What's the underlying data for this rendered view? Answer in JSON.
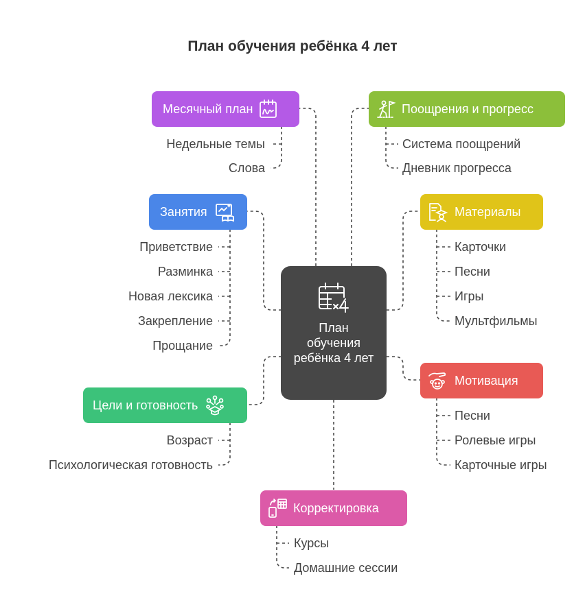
{
  "title": "План обучения ребёнка 4 лет",
  "center": {
    "label": "План обучения ребёнка 4 лет",
    "icon": "calendar-multiply-icon",
    "color": "#474747"
  },
  "branches": {
    "monthly": {
      "label": "Месячный план",
      "icon": "calendar-signature-icon",
      "color": "#b45ae6",
      "items": [
        "Недельные темы",
        "Слова"
      ]
    },
    "lessons": {
      "label": "Занятия",
      "icon": "whiteboard-book-icon",
      "color": "#4a86e8",
      "items": [
        "Приветствие",
        "Разминка",
        "Новая лексика",
        "Закрепление",
        "Прощание"
      ]
    },
    "goals": {
      "label": "Цели и готовность",
      "icon": "graduation-network-icon",
      "color": "#3cc27a",
      "items": [
        "Возраст",
        "Психологическая готовность"
      ]
    },
    "correction": {
      "label": "Корректировка",
      "icon": "phone-calculator-icon",
      "color": "#dc5aa8",
      "items": [
        "Курсы",
        "Домашние сессии"
      ]
    },
    "rewards": {
      "label": "Поощрения и прогресс",
      "icon": "person-goal-icon",
      "color": "#8cbf3a",
      "items": [
        "Система поощрений",
        "Дневник прогресса"
      ]
    },
    "materials": {
      "label": "Материалы",
      "icon": "document-student-icon",
      "color": "#e0c419",
      "items": [
        "Карточки",
        "Песни",
        "Игры",
        "Мультфильмы"
      ]
    },
    "motivation": {
      "label": "Мотивация",
      "icon": "hand-child-icon",
      "color": "#e85a55",
      "items": [
        "Песни",
        "Ролевые игры",
        "Карточные игры"
      ]
    }
  }
}
